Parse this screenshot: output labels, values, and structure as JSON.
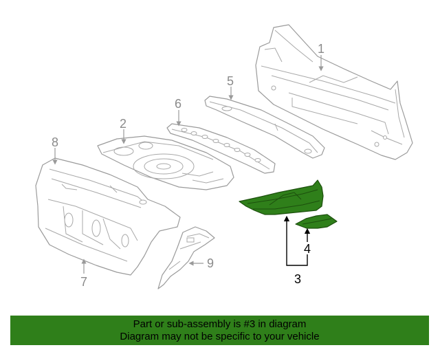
{
  "callouts": {
    "c1": "1",
    "c2": "2",
    "c3": "3",
    "c4": "4",
    "c5": "5",
    "c6": "6",
    "c7": "7",
    "c8": "8",
    "c9": "9"
  },
  "highlight_color": "#2f7f1a",
  "banner": {
    "line1": "Part or sub-assembly is #3 in diagram",
    "line2": "Diagram may not be specific to your vehicle"
  }
}
